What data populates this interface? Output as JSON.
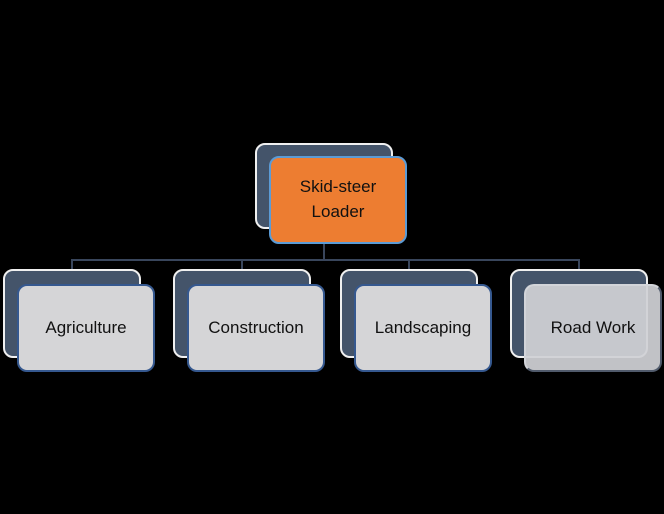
{
  "colors": {
    "background": "#000000",
    "back_panel": "#44546A",
    "back_panel_border": "#F0F0F0",
    "root_fill": "#ED7D31",
    "root_border": "#5B9BD5",
    "child_fill": "#D5D5D7",
    "child_border": "#35588F",
    "ghost_fill": "#D0D1D5ED",
    "ghost_border_light": "#D2D4D9",
    "ghost_border_dark": "#515B6C",
    "connector": "#39465C",
    "text": "#111111"
  },
  "diagram": {
    "type": "hierarchy",
    "root": {
      "label": "Skid-steer Loader"
    },
    "children": [
      {
        "label": "Agriculture"
      },
      {
        "label": "Construction"
      },
      {
        "label": "Landscaping"
      },
      {
        "label": "Road Work"
      }
    ]
  }
}
